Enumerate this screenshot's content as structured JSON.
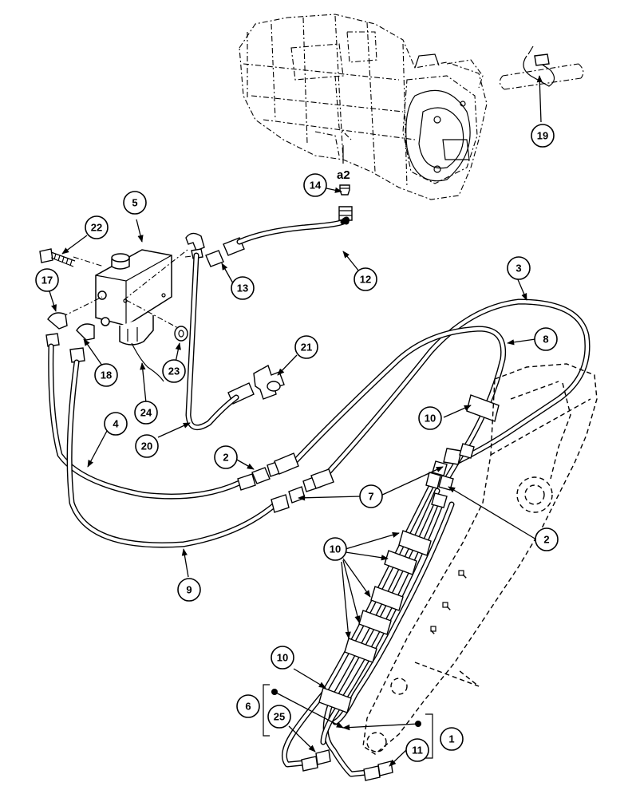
{
  "diagram": {
    "pump_port_label": "a2",
    "callouts": [
      "1",
      "2",
      "2",
      "3",
      "4",
      "5",
      "6",
      "7",
      "8",
      "9",
      "10",
      "10",
      "10",
      "11",
      "12",
      "13",
      "14",
      "17",
      "18",
      "19",
      "20",
      "21",
      "22",
      "23",
      "24",
      "25"
    ]
  }
}
